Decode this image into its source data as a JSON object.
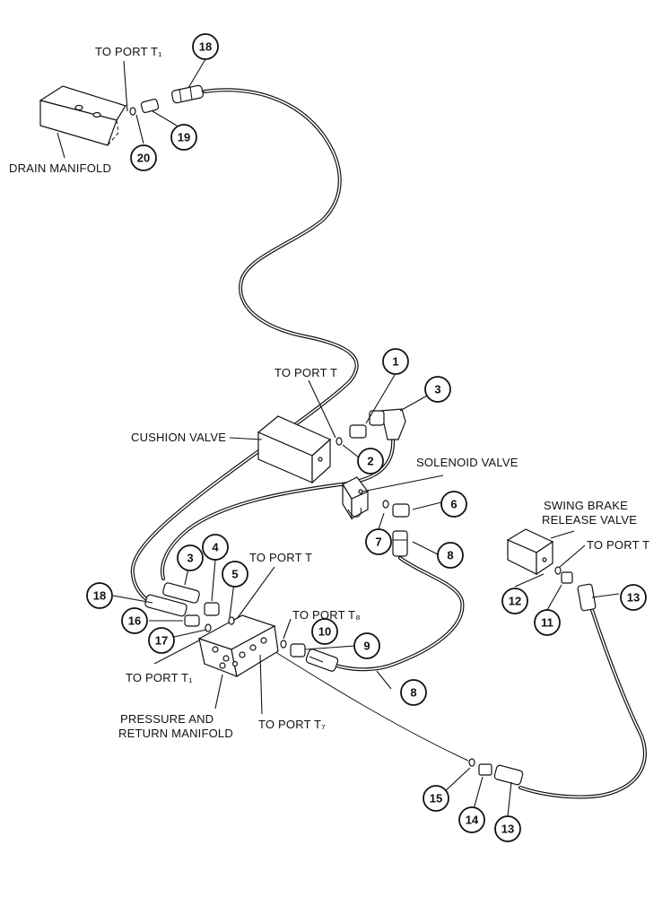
{
  "labels": {
    "to_port_t1_top": "TO PORT T₁",
    "drain_manifold": "DRAIN MANIFOLD",
    "to_port_t_cushion": "TO PORT T",
    "cushion_valve": "CUSHION VALVE",
    "solenoid_valve": "SOLENOID VALVE",
    "swing_brake_1": "SWING BRAKE",
    "swing_brake_2": "RELEASE VALVE",
    "to_port_t_swing": "TO PORT T",
    "to_port_t_mid": "TO PORT T",
    "to_port_t8": "TO PORT T₈",
    "to_port_t1_bottom": "TO PORT T₁",
    "pressure_1": "PRESSURE AND",
    "pressure_2": "RETURN MANIFOLD",
    "to_port_t7": "TO PORT T₇"
  },
  "callouts": [
    "18",
    "19",
    "20",
    "1",
    "3",
    "2",
    "6",
    "7",
    "8",
    "3",
    "4",
    "5",
    "18",
    "16",
    "17",
    "10",
    "9",
    "8",
    "12",
    "11",
    "13",
    "15",
    "14",
    "13"
  ]
}
